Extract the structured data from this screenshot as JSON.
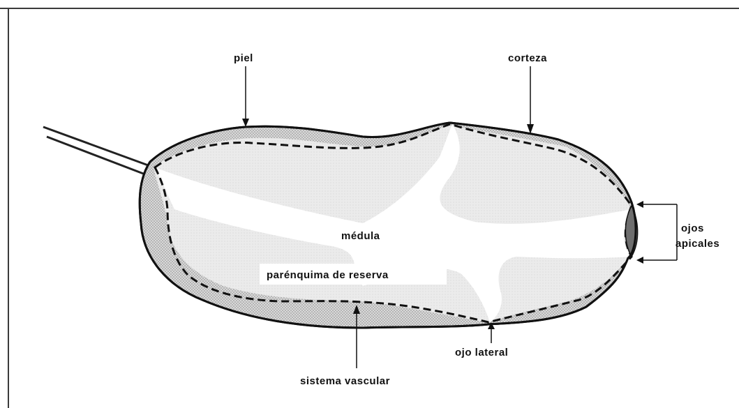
{
  "diagram": {
    "labels": {
      "piel": "piel",
      "corteza": "corteza",
      "medula": "médula",
      "parenquima": "parénquima de reserva",
      "ojos_line1": "ojos",
      "ojos_line2": "apicales",
      "ojo_lateral": "ojo lateral",
      "sistema_vascular": "sistema vascular"
    }
  }
}
